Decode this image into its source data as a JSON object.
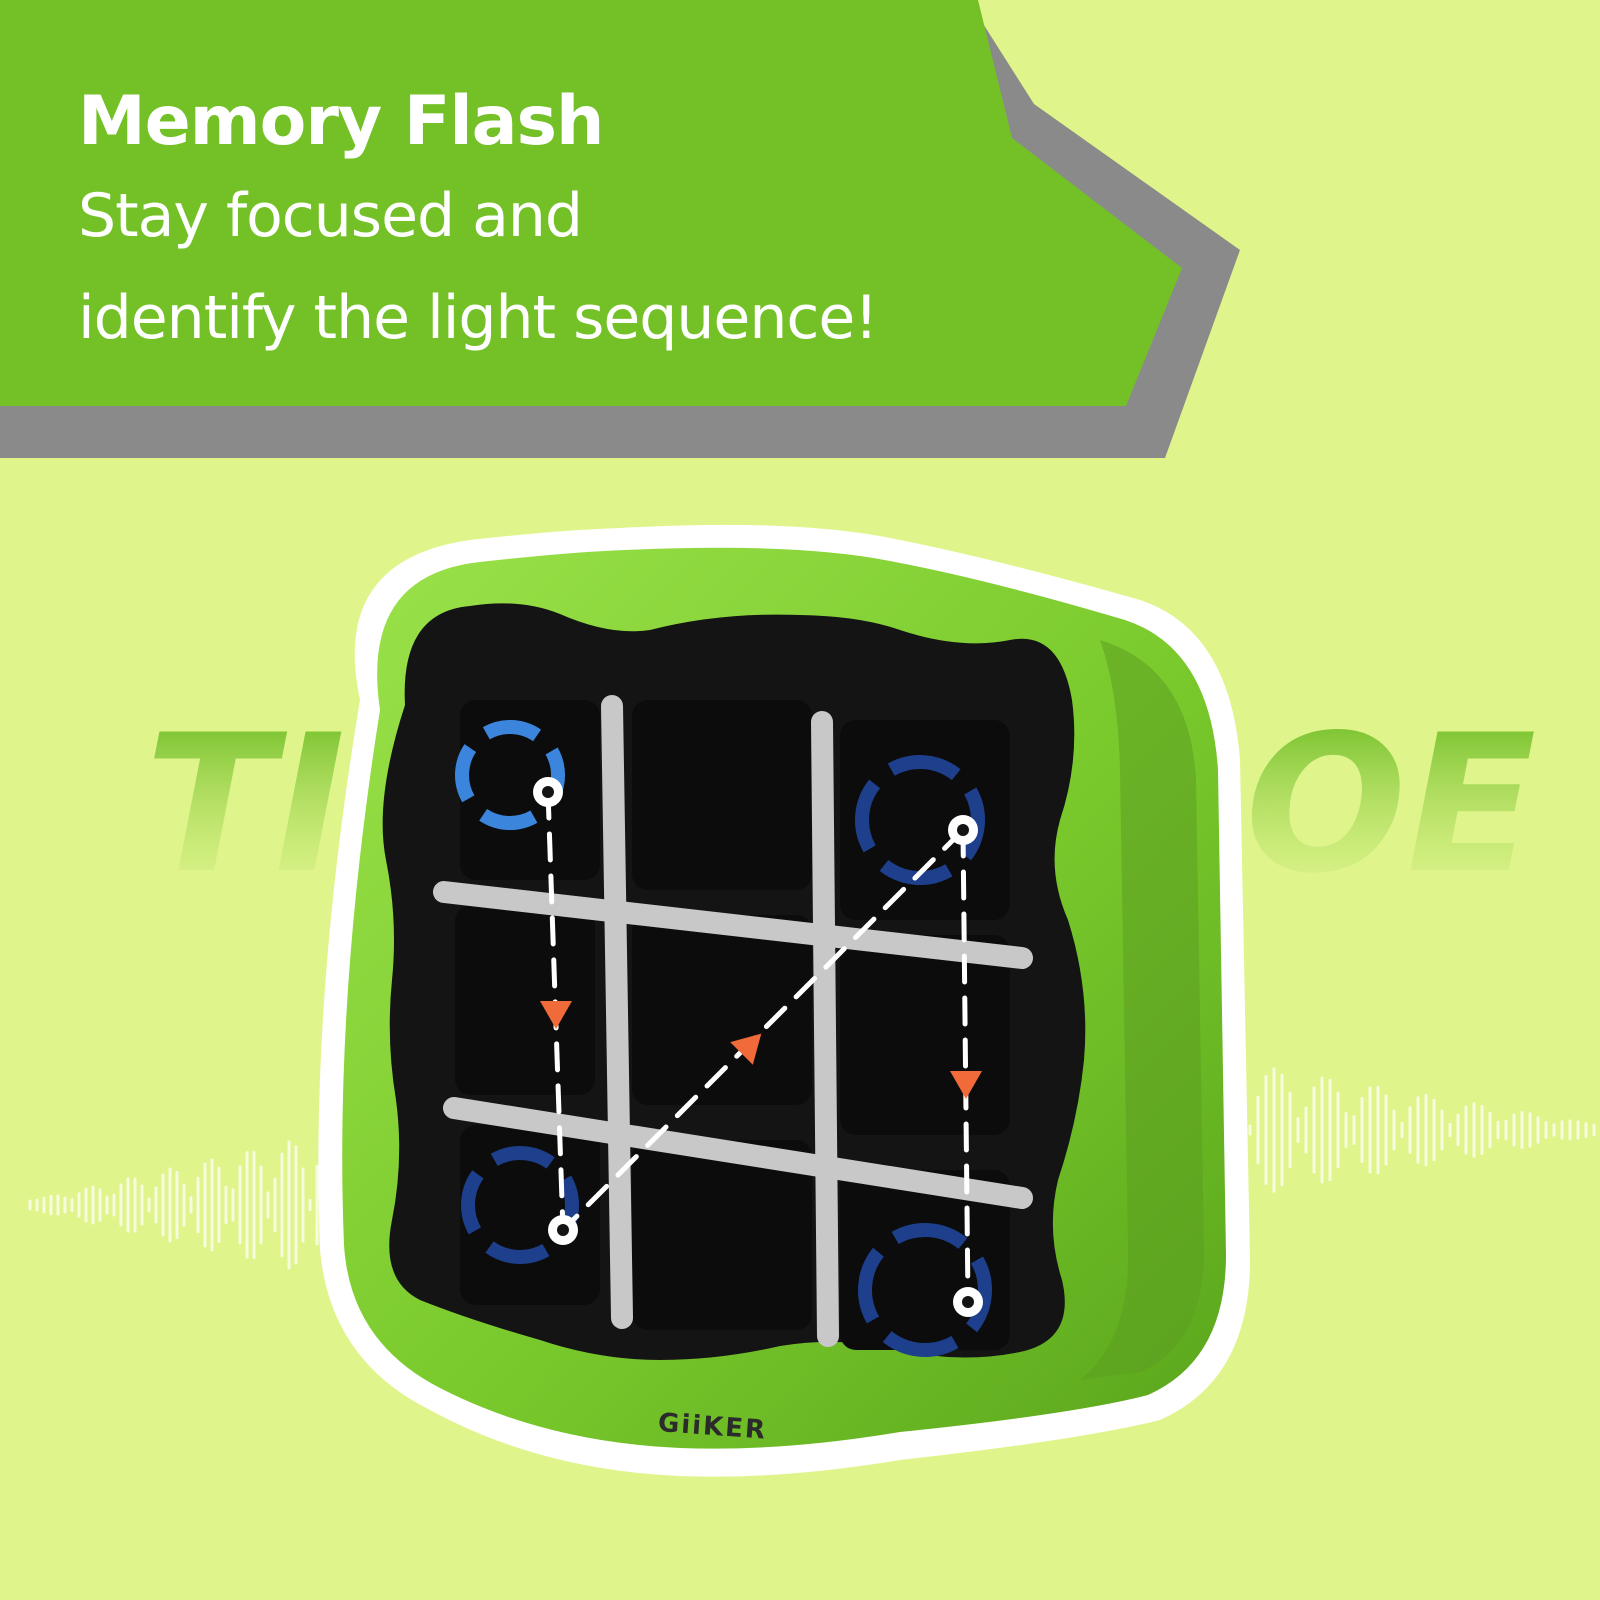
{
  "banner": {
    "title": "Memory Flash",
    "subtitle_line1": "Stay focused and",
    "subtitle_line2": "identify the light sequence!"
  },
  "background_text": {
    "left_fragment": "TI",
    "right_fragment": "OE"
  },
  "device": {
    "brand": "GiiKER"
  },
  "colors": {
    "page_background": "#dff58c",
    "banner_green": "#74c127",
    "banner_shadow_gray": "#8a8a8a",
    "device_shell": "#7ccf2f",
    "device_face": "#141414",
    "grid_lines": "#c8c8c8",
    "ring_light_blue": "#3b86dc",
    "ring_dark_blue": "#1d3f8c",
    "arrow_orange": "#f06a3a",
    "path_white": "#ffffff"
  },
  "icons": {
    "ring": "segmented-ring-icon",
    "arrow": "triangle-arrow-icon"
  }
}
